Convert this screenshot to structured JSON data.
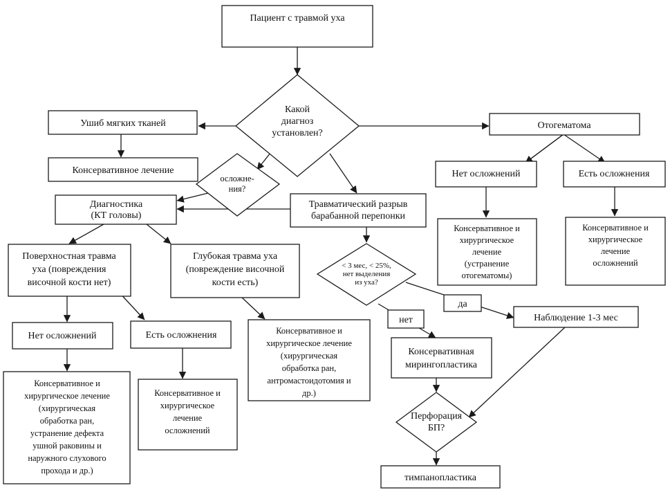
{
  "nodes": {
    "start": {
      "lines": [
        "Пациент с травмой уха"
      ]
    },
    "q_diag": {
      "lines": [
        "Какой",
        "диагноз",
        "установлен?"
      ]
    },
    "bruise": {
      "lines": [
        "Ушиб мягких тканей"
      ]
    },
    "cons1": {
      "lines": [
        "Консервативное лечение"
      ]
    },
    "q_compl": {
      "lines": [
        "осложне-",
        "ния?"
      ]
    },
    "diag_ct": {
      "lines": [
        "Диагностика",
        "(КТ головы)"
      ]
    },
    "rupture": {
      "lines": [
        "Травматический разрыв",
        "барабанной перепонки"
      ]
    },
    "othematoma": {
      "lines": [
        "Отогематома"
      ]
    },
    "oth_no": {
      "lines": [
        "Нет осложнений"
      ]
    },
    "oth_yes": {
      "lines": [
        "Есть осложнения"
      ]
    },
    "oth_no_tx": {
      "lines": [
        "Консервативное и",
        "хирургическое",
        "лечение",
        "(устранение",
        "отогематомы)"
      ]
    },
    "oth_yes_tx": {
      "lines": [
        "Консервативное и",
        "хирургическое",
        "лечение",
        "осложнений"
      ]
    },
    "superficial": {
      "lines": [
        "Поверхностная травма",
        "уха (повреждения",
        "височной кости нет)"
      ]
    },
    "deep": {
      "lines": [
        "Глубокая травма уха",
        "(повреждение височной",
        "кости есть)"
      ]
    },
    "sup_no": {
      "lines": [
        "Нет осложнений"
      ]
    },
    "sup_yes": {
      "lines": [
        "Есть осложнения"
      ]
    },
    "sup_no_tx": {
      "lines": [
        "Консервативное и",
        "хирургическое лечение",
        "(хирургическая",
        "обработка ран,",
        "устранение дефекта",
        "ушной раковины и",
        "наружного слухового",
        "прохода и др.)"
      ]
    },
    "sup_yes_tx": {
      "lines": [
        "Консервативное и",
        "хирургическое",
        "лечение",
        "осложнений"
      ]
    },
    "deep_tx": {
      "lines": [
        "Консервативное и",
        "хирургическое лечение",
        "(хирургическая",
        "обработка ран,",
        "антромастоидотомия и",
        "др.)"
      ]
    },
    "q_small": {
      "lines": [
        "< 3 мес, < 25%,",
        "нет выделения",
        "из уха?"
      ]
    },
    "observe": {
      "lines": [
        "Наблюдение 1-3 мес"
      ]
    },
    "myringo": {
      "lines": [
        "Консервативная",
        "мирингопластика"
      ]
    },
    "q_perf": {
      "lines": [
        "Перфорация",
        "БП?"
      ]
    },
    "tympano": {
      "lines": [
        "тимпанопластика"
      ]
    }
  },
  "edge_labels": {
    "no": "нет",
    "yes": "да"
  }
}
